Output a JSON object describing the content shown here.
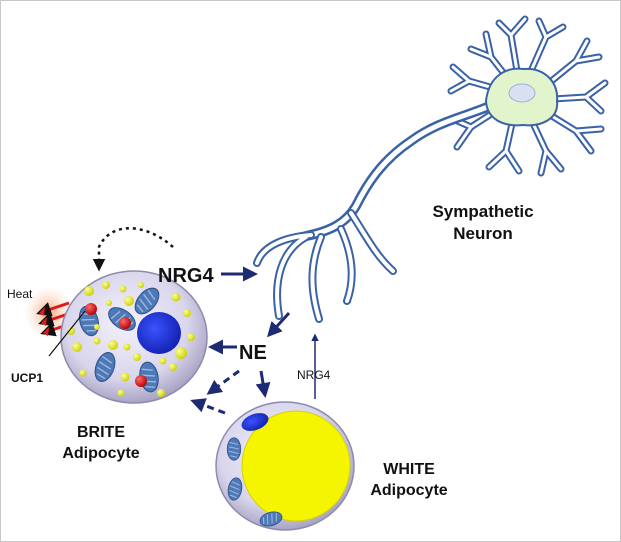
{
  "labels": {
    "neuron_line1": "Sympathetic",
    "neuron_line2": "Neuron",
    "nrg4_main": "NRG4",
    "ne": "NE",
    "nrg4_small": "NRG4",
    "heat": "Heat",
    "ucp1": "UCP1",
    "brite_line1": "BRITE",
    "brite_line2": "Adipocyte",
    "white_line1": "WHITE",
    "white_line2": "Adipocyte"
  },
  "colors": {
    "neuron_stroke": "#3a62a6",
    "neuron_fill": "#ffffff",
    "soma_fill": "#e2f4cc",
    "nucleus_fill": "#d8e0f2",
    "arrow": "#1d2b73",
    "cell_fill": "#dedbee",
    "lipid_small": "#e6ee16",
    "lipid_big": "#f5f500",
    "mitochondria": "#4d79b8",
    "ucp1": "#e01818",
    "nucleus_blue": "#1b2ee0",
    "heat_glow": "#f4a060"
  }
}
